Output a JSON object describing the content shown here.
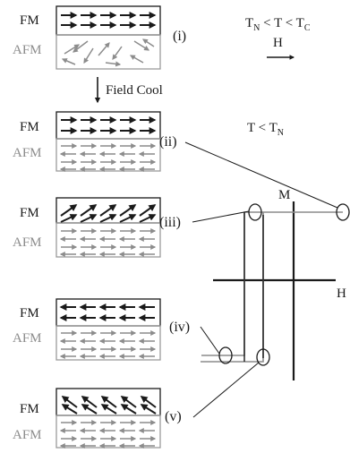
{
  "labels": {
    "fm": "FM",
    "afm": "AFM",
    "field_cool": "Field Cool",
    "stage_i": "(i)",
    "stage_ii": "(ii)",
    "stage_iii": "(iii)",
    "stage_iv": "(iv)",
    "stage_v": "(v)",
    "axis_m": "M",
    "axis_h": "H",
    "field_arrow_label": "H"
  },
  "conditions": {
    "upper": {
      "lhs": "T",
      "lhs_sub": "N",
      "mid": " < T < T",
      "rhs_sub": "C"
    },
    "lower": {
      "lhs": "T < T",
      "lhs_sub": "N"
    }
  },
  "colors": {
    "fm_spin": "#1a1a1a",
    "afm_spin": "#8c8c8c",
    "line": "#1a1a1a",
    "afm_border": "#9a9a9a"
  },
  "icons": {
    "fm_layer": "spin-arrows-ferromagnet",
    "afm_layer": "spin-arrows-antiferromagnet",
    "field_direction": "right-arrow-icon",
    "process_arrow": "down-arrow-icon"
  }
}
